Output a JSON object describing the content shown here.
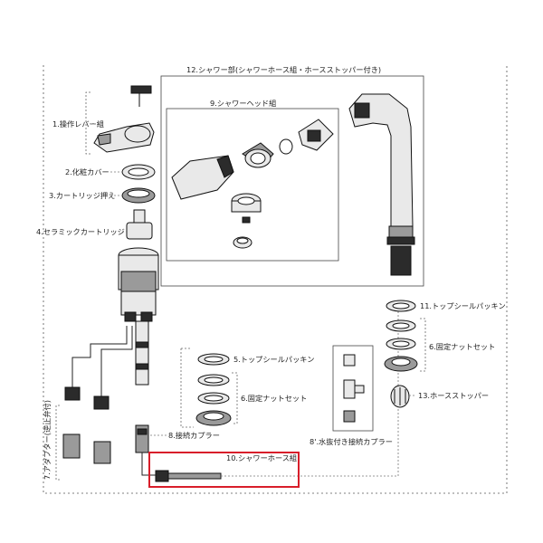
{
  "labels": {
    "group12": "12.シャワー部(シャワーホース組・ホースストッパー付き)",
    "group9": "9.シャワーヘッド組",
    "p1": "1.操作レバー組",
    "p2": "2.化粧カバー",
    "p3": "3.カートリッジ押え",
    "p4": "4.セラミックカートリッジ",
    "p5": "5.トップシールパッキン",
    "p6a": "6.固定ナットセット",
    "p6b": "6.固定ナットセット",
    "p7": "7.アダプター(逆止弁付)",
    "p8": "8.接続カプラー",
    "p8b": "8'.水抜付き接続カプラー",
    "p10": "10.シャワーホース組",
    "p11": "11.トップシールパッキン",
    "p13": "13.ホースストッパー"
  },
  "highlight": {
    "color": "#d81e2a",
    "target": "10.シャワーホース組"
  }
}
